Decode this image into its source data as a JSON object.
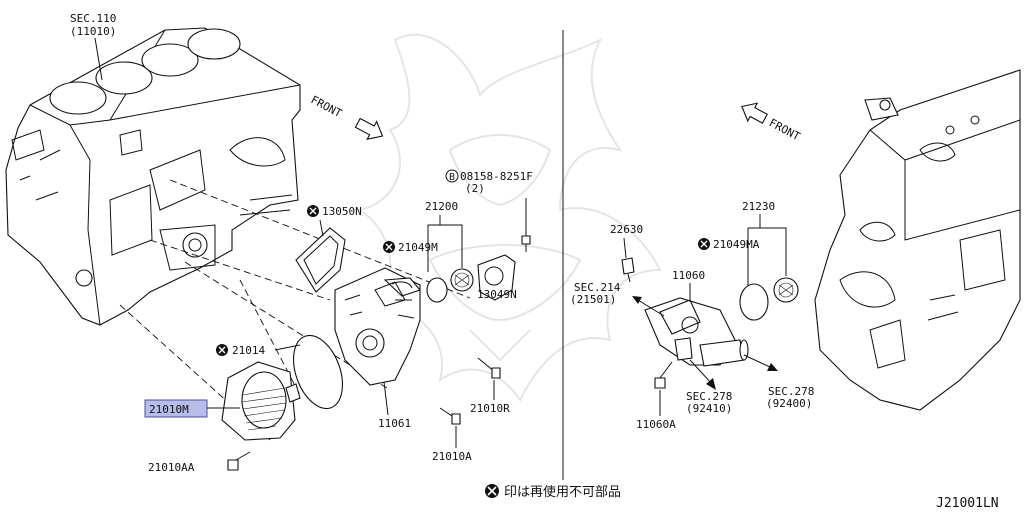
{
  "diagram_id": "J21001LN",
  "legend_text": "印は再使用不可部品",
  "front_labels": [
    "FRONT",
    "FRONT"
  ],
  "parts": {
    "sec110": {
      "line1": "SEC.110",
      "line2": "(11010)"
    },
    "p13050N": "13050N",
    "p21200": "21200",
    "p08158": "08158-8251F",
    "p08158_qty": "(2)",
    "p08158_prefix": "B",
    "p21049M": "21049M",
    "p13049N": "13049N",
    "p21014": "21014",
    "p21010M": "21010M",
    "p11061": "11061",
    "p21010R": "21010R",
    "p21010A": "21010A",
    "p21010AA": "21010AA",
    "p22630": "22630",
    "p21230": "21230",
    "p21049MA": "21049MA",
    "p11060": "11060",
    "sec214": {
      "line1": "SEC.214",
      "line2": "(21501)"
    },
    "sec278a": {
      "line1": "SEC.278",
      "line2": "(92410)"
    },
    "sec278b": {
      "line1": "SEC.278",
      "line2": "(92400)"
    },
    "p11060A": "11060A"
  },
  "colors": {
    "highlight_box": "#b8bce8",
    "highlight_border": "#4a4f9c",
    "watermark": "#cfcfcf"
  }
}
